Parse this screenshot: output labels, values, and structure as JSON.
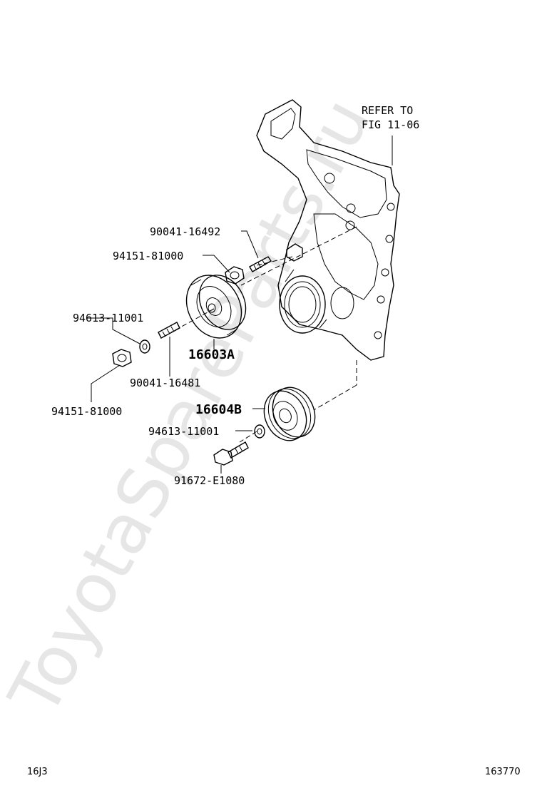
{
  "watermark": "ToyotaSpareParts.ru",
  "refer_note": {
    "line1": "REFER TO",
    "line2": "FIG 11-06"
  },
  "callouts": {
    "stud_upper": "90041-16492",
    "nut_upper": "94151-81000",
    "washer_left": "94613-11001",
    "idler_pulley": "16603A",
    "stud_lower": "90041-16481",
    "nut_lower": "94151-81000",
    "crank_pulley": "16604B",
    "washer_right": "94613-11001",
    "bolt": "91672-E1080"
  },
  "footer": {
    "left_code": "16J3",
    "right_code": "163770"
  }
}
